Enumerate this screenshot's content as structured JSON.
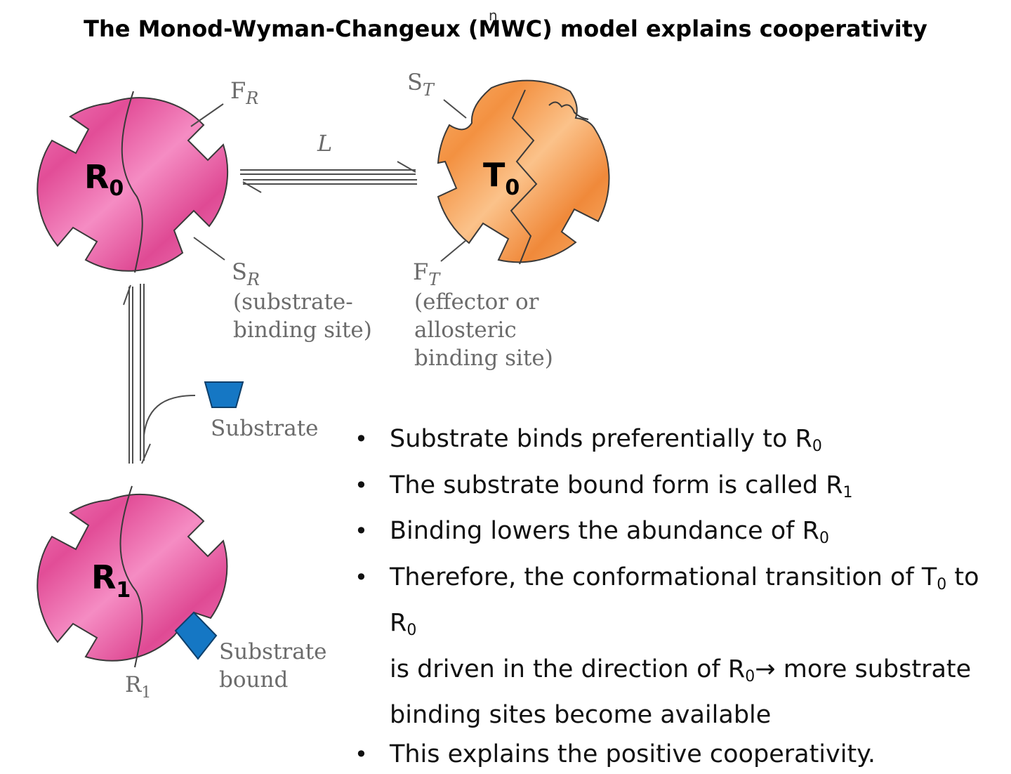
{
  "title": {
    "text": "The Monod-Wyman-Changeux (MWC) model explains cooperativity",
    "mark": "n"
  },
  "states": {
    "r0": {
      "label": "R",
      "sub": "0"
    },
    "t0": {
      "label": "T",
      "sub": "0"
    },
    "r1": {
      "label": "R",
      "sub": "1"
    }
  },
  "labels": {
    "f_r": {
      "main": "F",
      "sub": "R"
    },
    "s_t": {
      "main": "S",
      "sub": "T"
    },
    "equilibrium": "L",
    "s_r": {
      "main": "S",
      "sub": "R",
      "line1": "(substrate-",
      "line2": "binding site)"
    },
    "f_t": {
      "main": "F",
      "sub": "T",
      "line1": "(effector or",
      "line2": "allosteric",
      "line3": "binding site)"
    },
    "substrate": "Substrate",
    "substrate_bound": {
      "line1": "Substrate",
      "line2": "bound"
    },
    "r1_caption": {
      "main": "R",
      "sub": "1"
    }
  },
  "colors": {
    "pink": "#e5509a",
    "orange": "#f59a46",
    "substrate_blue": "#1577c4"
  },
  "bullets": [
    {
      "text": "Substrate binds preferentially to R",
      "sub": "0"
    },
    {
      "text": "The substrate bound form is called R",
      "sub": "1"
    },
    {
      "text": "Binding lowers the abundance of R",
      "sub": "0"
    },
    {
      "pre": "Therefore, the conformational transition of T",
      "s1": "0",
      "mid": " to R",
      "s2": "0",
      "pre2": "is driven in the direction of R",
      "s3": "0",
      "arrow": "→",
      "post": " more substrate",
      "line3": "binding sites become available"
    },
    {
      "text": "This explains the positive cooperativity."
    }
  ]
}
